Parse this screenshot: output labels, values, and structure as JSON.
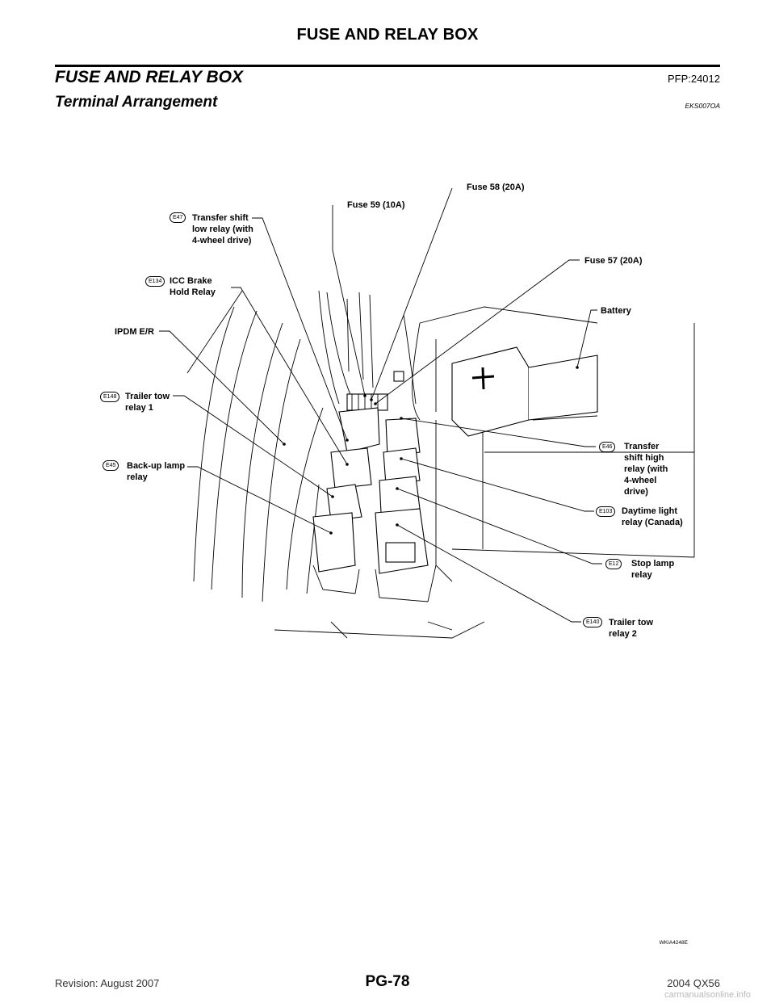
{
  "header": {
    "title": "FUSE AND RELAY BOX"
  },
  "section": {
    "title": "FUSE AND RELAY BOX",
    "code": "PFP:24012"
  },
  "subsection": {
    "title": "Terminal Arrangement",
    "code": "EKS007OA"
  },
  "callouts": {
    "e47_tag": "E47",
    "e47_label": "Transfer shift\nlow relay (with\n4-wheel drive)",
    "fuse59": "Fuse 59 (10A)",
    "fuse58": "Fuse 58 (20A)",
    "e134_tag": "E134",
    "e134_label": "ICC Brake\nHold Relay",
    "fuse57": "Fuse 57 (20A)",
    "ipdm": "IPDM E/R",
    "battery": "Battery",
    "e148_tag": "E148",
    "e148_label": "Trailer tow\nrelay 1",
    "e46_tag": "E46",
    "e46_label": "Transfer\nshift high\nrelay (with\n4-wheel\ndrive)",
    "e45_tag": "E45",
    "e45_label": "Back-up lamp\nrelay",
    "e103_tag": "E103",
    "e103_label": "Daytime light\nrelay (Canada)",
    "e12_tag": "E12",
    "e12_label": "Stop lamp\nrelay",
    "e140_tag": "E140",
    "e140_label": "Trailer tow\nrelay 2"
  },
  "figure_code": "WKIA4248E",
  "footer": {
    "left": "Revision: August 2007",
    "page": "PG-78",
    "right": "2004 QX56"
  },
  "watermark": "carmanualsonline.info"
}
